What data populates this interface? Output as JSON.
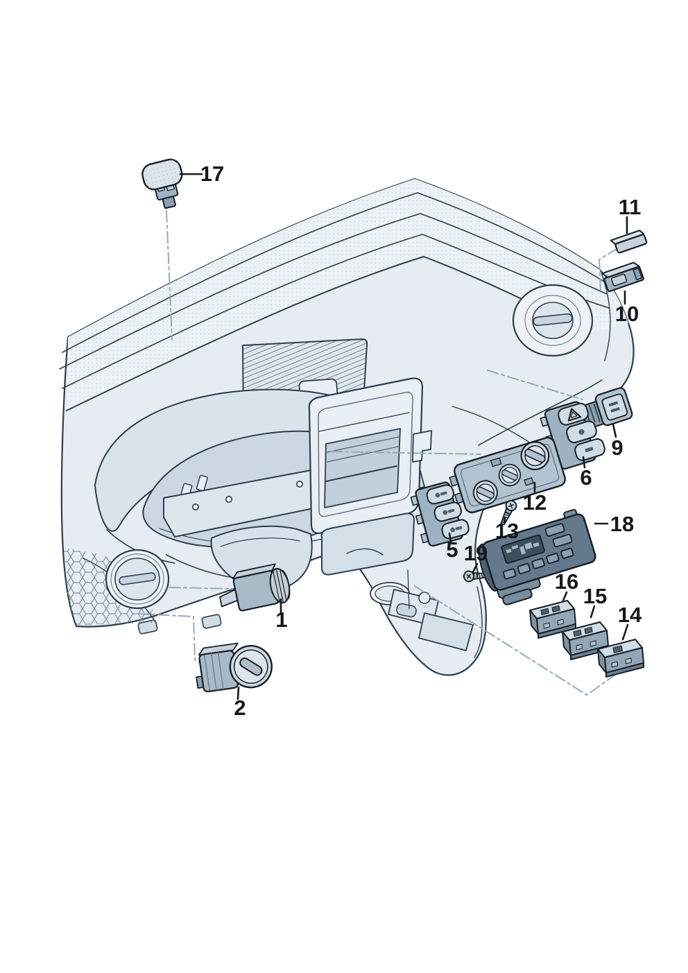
{
  "diagram": {
    "description": "Exploded-view parts diagram of a car dashboard (instrument panel) with numbered callouts for switches, controls and sensors"
  },
  "parts": [
    {
      "label": "17"
    },
    {
      "label": "11"
    },
    {
      "label": "10"
    },
    {
      "label": "9"
    },
    {
      "label": "6"
    },
    {
      "label": "12"
    },
    {
      "label": "13"
    },
    {
      "label": "5"
    },
    {
      "label": "19"
    },
    {
      "label": "18"
    },
    {
      "label": "16"
    },
    {
      "label": "15"
    },
    {
      "label": "14"
    },
    {
      "label": "1"
    },
    {
      "label": "2"
    }
  ],
  "colors": {
    "background": "#ffffff",
    "line": "#2b3d4f",
    "part_outline": "#161e26",
    "leader": "#93aabd",
    "label_text": "#14191e",
    "fill_light": "#e8eef3",
    "fill_mid": "#d2dce4",
    "fill_dark": "#aebfcc",
    "part_dark": "#64798b"
  }
}
